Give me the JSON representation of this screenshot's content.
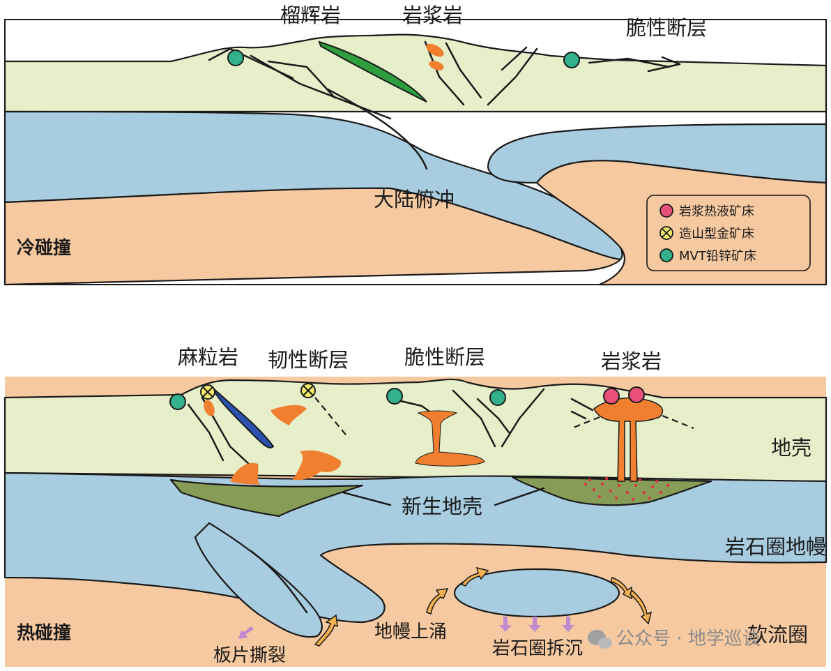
{
  "colors": {
    "crust": "#e6efca",
    "lithospheric_mantle": "#a9cde0",
    "asthenosphere": "#f6c9a0",
    "juvenile_crust": "#879d57",
    "magma": "#f08030",
    "eclogite": "#2e9e3e",
    "granulite": "#2c52b0",
    "magmatic_hydrothermal_deposit": "#e8507a",
    "orogenic_gold_deposit": "#f3ea6a",
    "mvt_pb_zn_deposit": "#33b08c",
    "upwelling_arrow": "#f2b050",
    "delamination_arrow": "#c08ad0"
  },
  "top_panel": {
    "title": "冷碰撞",
    "labels": {
      "eclogite": "榴辉岩",
      "magmatic_rock": "岩浆岩",
      "brittle_fault": "脆性断层",
      "continental_subduction": "大陆俯冲"
    }
  },
  "legend": {
    "items": [
      {
        "label": "岩浆热液矿床",
        "symbol": "magmatic_hydrothermal_deposit"
      },
      {
        "label": "造山型金矿床",
        "symbol": "orogenic_gold_deposit"
      },
      {
        "label": "MVT铅锌矿床",
        "symbol": "mvt_pb_zn_deposit"
      }
    ]
  },
  "bottom_panel": {
    "title": "热碰撞",
    "labels": {
      "granulite": "麻粒岩",
      "ductile_fault": "韧性断层",
      "brittle_fault": "脆性断层",
      "magmatic_rock": "岩浆岩",
      "crust": "地壳",
      "juvenile_crust": "新生地壳",
      "lithospheric_mantle": "岩石圈地幔",
      "asthenosphere": "软流圈",
      "mantle_upwelling": "地幔上涌",
      "slab_tearing": "板片撕裂",
      "lithospheric_delamination": "岩石圈拆沉"
    }
  },
  "watermark": "公众号 · 地学巡谈"
}
